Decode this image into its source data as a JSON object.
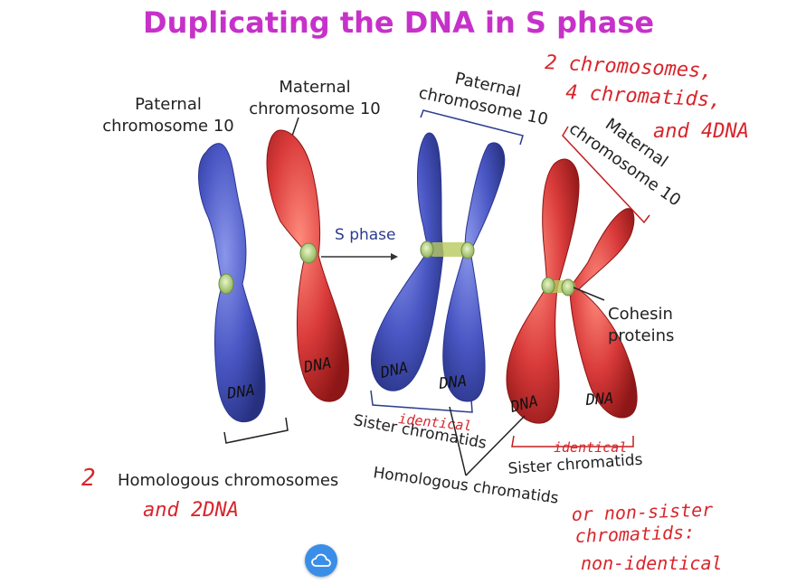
{
  "title": "Duplicating the DNA in S phase",
  "labels": {
    "paternal_left_1": "Paternal",
    "paternal_left_2": "chromosome 10",
    "maternal_left_1": "Maternal",
    "maternal_left_2": "chromosome 10",
    "s_phase": "S phase",
    "paternal_right_1": "Paternal",
    "paternal_right_2": "chromosome 10",
    "maternal_right_1": "Maternal",
    "maternal_right_2": "chromosome 10",
    "cohesin_1": "Cohesin",
    "cohesin_2": "proteins",
    "sister_left": "Sister chromatids",
    "sister_right": "Sister chromatids",
    "homologous_chromosomes": "Homologous chromosomes",
    "homologous_chromatids": "Homologous chromatids"
  },
  "handwriting": {
    "two": "2",
    "and_2dna": "and 2DNA",
    "top_right_1": "2 chromosomes,",
    "top_right_2": "4 chromatids,",
    "top_right_3": "and 4DNA",
    "identical_left": "identical",
    "identical_right": "identical",
    "or_non_sister": "or non-sister",
    "chromatids": "chromatids:",
    "non_identical": "non-identical",
    "dna": "DNA"
  },
  "colors": {
    "title": "#c631c9",
    "paternal": "#4a57c4",
    "maternal": "#d93a3a",
    "centromere": "#b9d98a",
    "ink_red": "#d8262c",
    "bracket_blue": "#2b3d8f",
    "bracket_red": "#c21f1f"
  },
  "controls": {
    "cloud_icon": "cloud-icon"
  }
}
